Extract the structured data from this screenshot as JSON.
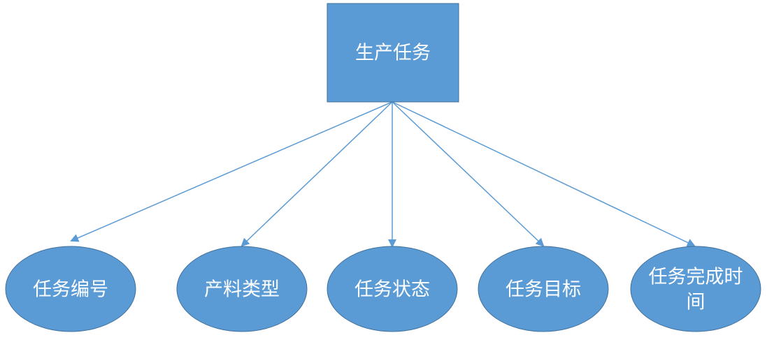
{
  "diagram": {
    "root": {
      "label": "生产任务"
    },
    "children": [
      {
        "label": "任务编号"
      },
      {
        "label": "产料类型"
      },
      {
        "label": "任务状态"
      },
      {
        "label": "任务目标"
      },
      {
        "label_line1": "任务完成时",
        "label_line2": "间"
      }
    ]
  },
  "colors": {
    "node_fill": "#5B9BD5",
    "node_stroke": "#41719C",
    "edge": "#5B9BD5",
    "text": "#FFFFFF"
  }
}
